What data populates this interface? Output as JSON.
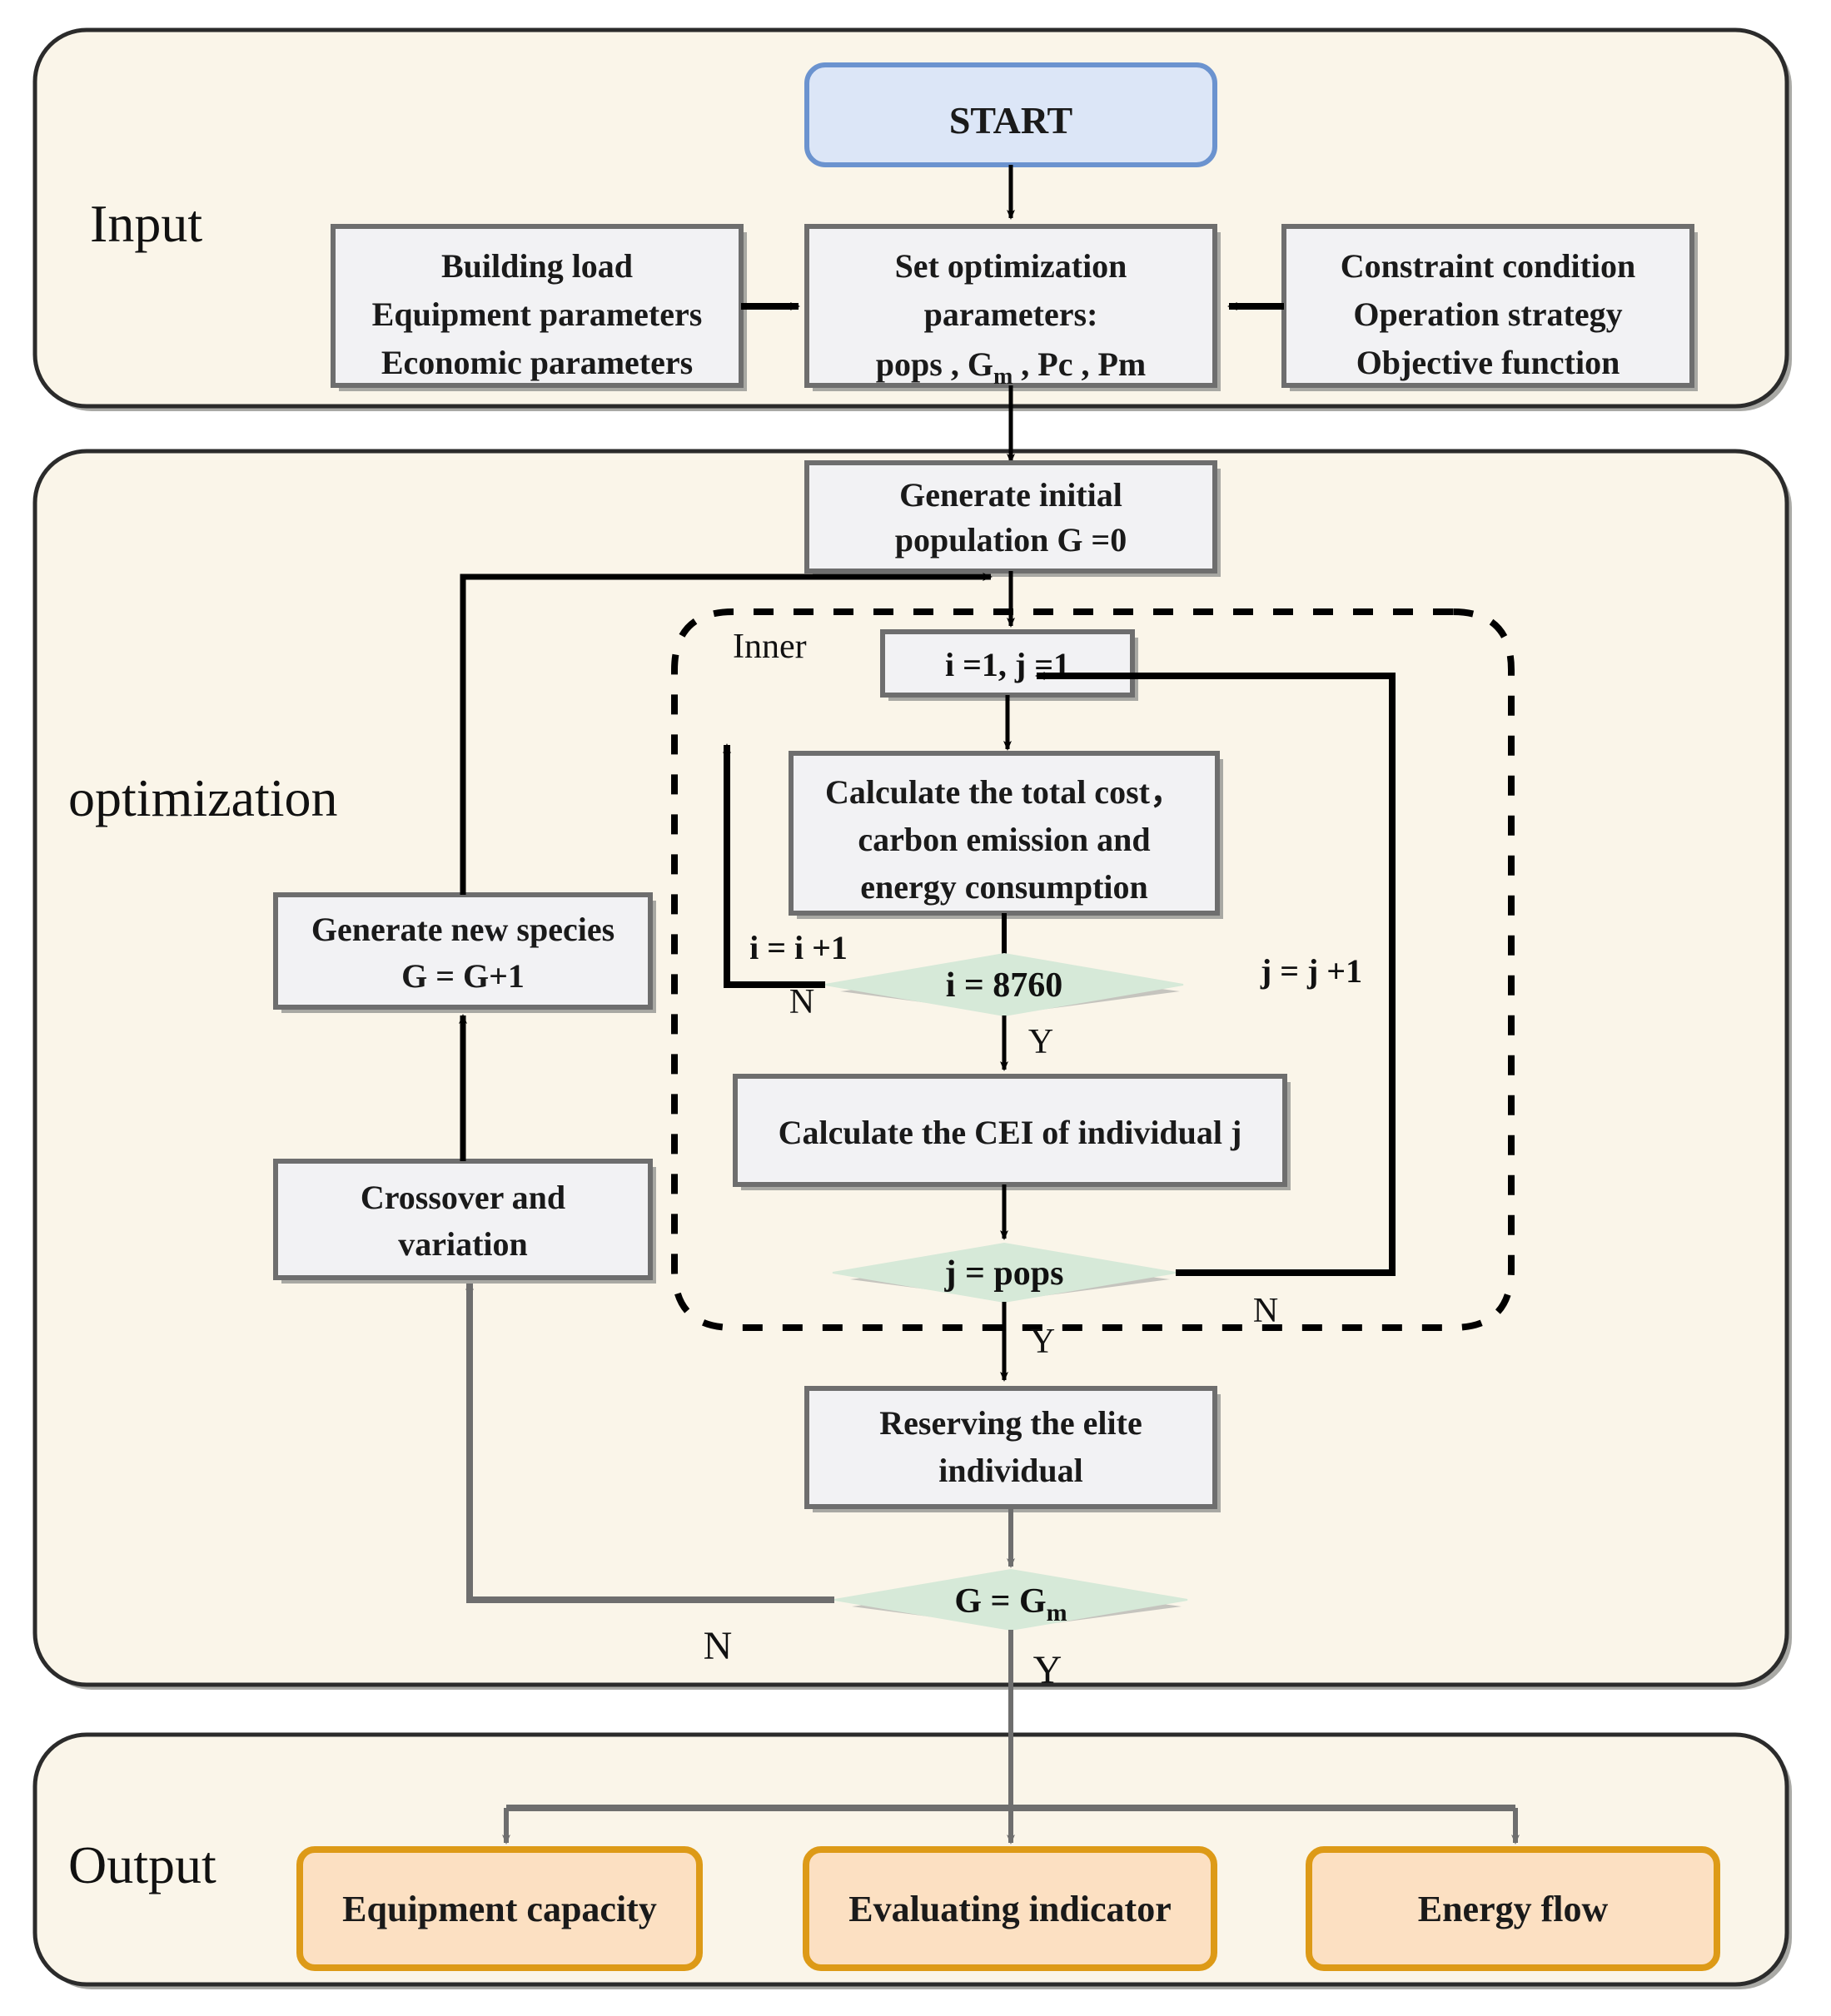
{
  "diagram": {
    "title": "Optimization flowchart",
    "colors": {
      "panel_fill": "#faf5e9",
      "panel_stroke": "#2b2b2b",
      "process_fill": "#f2f2f4",
      "process_stroke": "#6e6e6e",
      "start_fill": "#dce6f7",
      "start_stroke": "#6b93cf",
      "decision_fill": "#d6e9d8",
      "decision_stroke": "#b9b9b4",
      "output_fill": "#fce0c2",
      "output_stroke": "#dd9a17",
      "arrow_dark": "#000000",
      "arrow_gray": "#6e6e6e"
    },
    "sections": [
      {
        "id": "input",
        "label": "Input"
      },
      {
        "id": "optimization",
        "label": "optimization"
      },
      {
        "id": "output",
        "label": "Output"
      }
    ],
    "nodes": {
      "start": {
        "label": "START",
        "shape": "rounded-terminator"
      },
      "building_load": {
        "line1": "Building load",
        "line2": "Equipment parameters",
        "line3": "Economic parameters",
        "shape": "process"
      },
      "set_params": {
        "line1": "Set optimization",
        "line2": "parameters:",
        "line3_a": "pops , G",
        "line3_sub": "m",
        "line3_b": " , Pc , Pm",
        "shape": "process"
      },
      "constraints": {
        "line1": "Constraint condition",
        "line2": "Operation strategy",
        "line3": "Objective function",
        "shape": "process"
      },
      "init_pop": {
        "line1": "Generate initial",
        "line2": "population G =0",
        "shape": "process"
      },
      "init_ij": {
        "label": "i =1, j =1",
        "shape": "process"
      },
      "calc_cost": {
        "line1": "Calculate the total cost，",
        "line2": "carbon emission and",
        "line3": "energy consumption",
        "shape": "process"
      },
      "dec_i": {
        "label": "i = 8760",
        "shape": "decision"
      },
      "calc_cei": {
        "label": "Calculate the CEI of individual j",
        "shape": "process"
      },
      "dec_j": {
        "label": "j = pops",
        "shape": "decision"
      },
      "reserve_elite": {
        "line1": "Reserving the elite",
        "line2": "individual",
        "shape": "process"
      },
      "dec_g": {
        "label_a": "G = G",
        "label_sub": "m",
        "shape": "decision"
      },
      "gen_species": {
        "line1": "Generate new species",
        "line2": "G = G+1",
        "shape": "process"
      },
      "crossover": {
        "line1": "Crossover and",
        "line2": "variation",
        "shape": "process"
      },
      "out_equipment": {
        "label": "Equipment capacity",
        "shape": "output"
      },
      "out_indicator": {
        "label": "Evaluating indicator",
        "shape": "output"
      },
      "out_energy": {
        "label": "Energy flow",
        "shape": "output"
      }
    },
    "inner_loop": {
      "tag": "Inner"
    },
    "edge_labels": {
      "i_increment": "i = i +1",
      "j_increment": "j = j +1",
      "n_i": "N",
      "y_i": "Y",
      "n_j": "N",
      "y_j": "Y",
      "n_g": "N",
      "y_g": "Y"
    }
  }
}
